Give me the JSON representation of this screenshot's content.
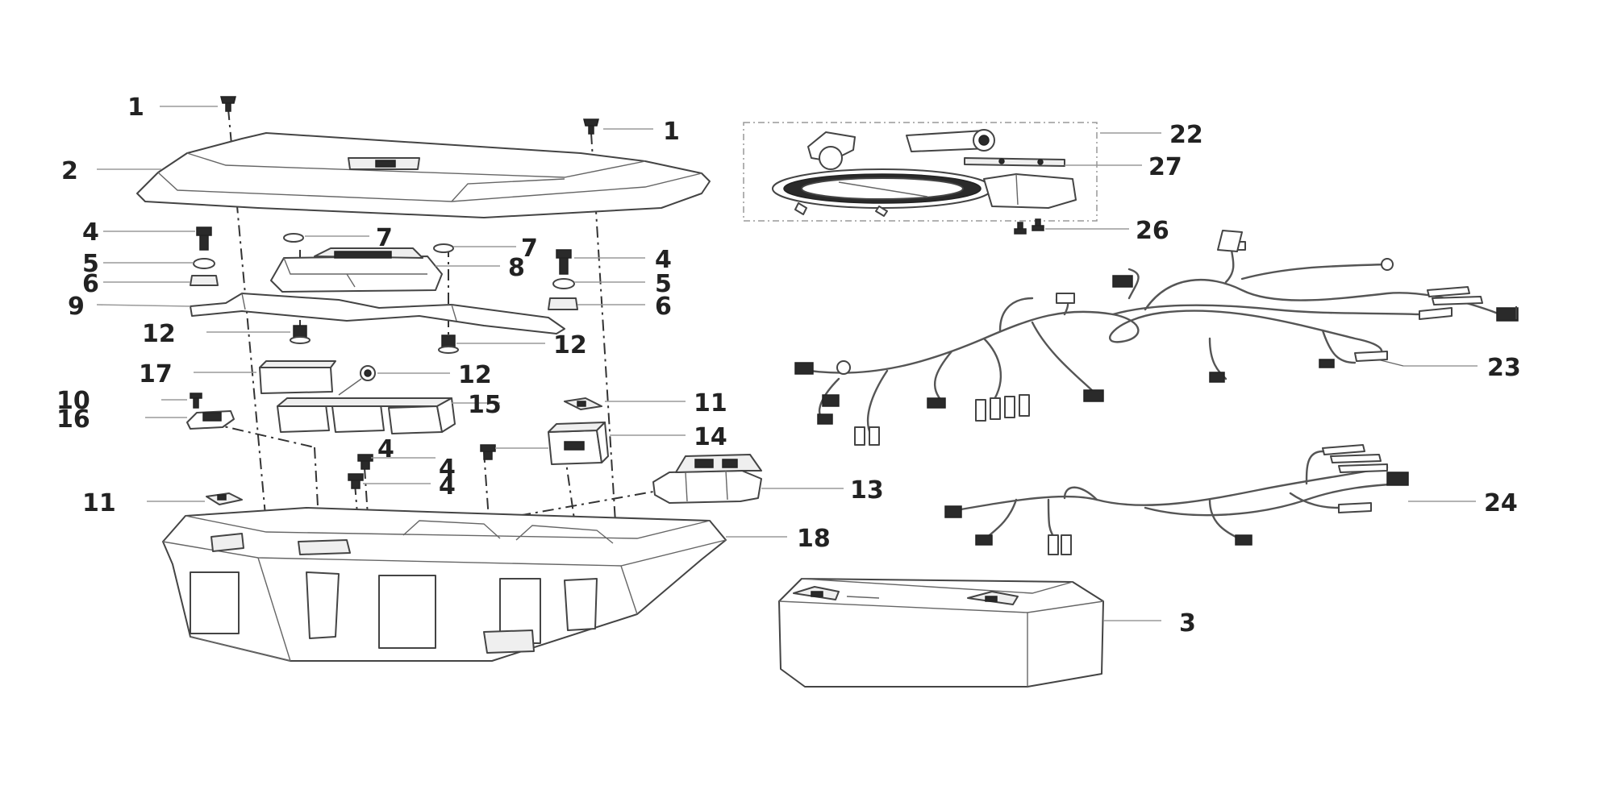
{
  "callouts": [
    {
      "id": "c1a",
      "text": "1"
    },
    {
      "id": "c1b",
      "text": "1"
    },
    {
      "id": "c2",
      "text": "2"
    },
    {
      "id": "c3",
      "text": "3"
    },
    {
      "id": "c4a",
      "text": "4"
    },
    {
      "id": "c4b",
      "text": "4"
    },
    {
      "id": "c4c",
      "text": "4"
    },
    {
      "id": "c4d",
      "text": "4"
    },
    {
      "id": "c4e",
      "text": "4"
    },
    {
      "id": "c5a",
      "text": "5"
    },
    {
      "id": "c5b",
      "text": "5"
    },
    {
      "id": "c6a",
      "text": "6"
    },
    {
      "id": "c6b",
      "text": "6"
    },
    {
      "id": "c7a",
      "text": "7"
    },
    {
      "id": "c7b",
      "text": "7"
    },
    {
      "id": "c8",
      "text": "8"
    },
    {
      "id": "c9",
      "text": "9"
    },
    {
      "id": "c10",
      "text": "10"
    },
    {
      "id": "c11a",
      "text": "11"
    },
    {
      "id": "c11b",
      "text": "11"
    },
    {
      "id": "c12a",
      "text": "12"
    },
    {
      "id": "c12b",
      "text": "12"
    },
    {
      "id": "c12c",
      "text": "12"
    },
    {
      "id": "c13",
      "text": "13"
    },
    {
      "id": "c14",
      "text": "14"
    },
    {
      "id": "c15",
      "text": "15"
    },
    {
      "id": "c16",
      "text": "16"
    },
    {
      "id": "c17",
      "text": "17"
    },
    {
      "id": "c18",
      "text": "18"
    },
    {
      "id": "c22",
      "text": "22"
    },
    {
      "id": "c23",
      "text": "23"
    },
    {
      "id": "c24",
      "text": "24"
    },
    {
      "id": "c26",
      "text": "26"
    },
    {
      "id": "c27",
      "text": "27"
    }
  ]
}
